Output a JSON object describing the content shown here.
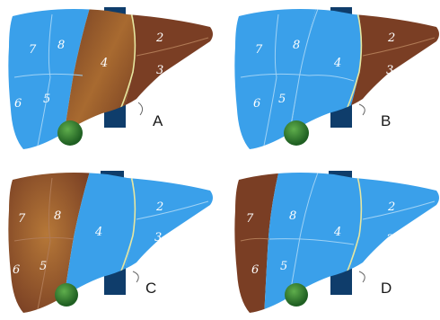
{
  "panels": [
    {
      "label": "A",
      "lobes": {
        "right": "blue",
        "middle": "brown",
        "left": "brown"
      },
      "segments": {
        "s7": "7",
        "s8": "8",
        "s4": "4",
        "s2": "2",
        "s3": "3",
        "s6": "6",
        "s5": "5"
      }
    },
    {
      "label": "B",
      "lobes": {
        "right": "blue",
        "middle": "blue",
        "left": "brown"
      },
      "segments": {
        "s7": "7",
        "s8": "8",
        "s4": "4",
        "s2": "2",
        "s3": "3",
        "s6": "6",
        "s5": "5"
      }
    },
    {
      "label": "C",
      "lobes": {
        "right": "brown",
        "middle": "blue",
        "left": "blue"
      },
      "segments": {
        "s7": "7",
        "s8": "8",
        "s4": "4",
        "s2": "2",
        "s3": "3",
        "s6": "6",
        "s5": "5"
      }
    },
    {
      "label": "D",
      "lobes": {
        "right": "brown-narrow",
        "middle": "blue",
        "left": "blue"
      },
      "segments": {
        "s7": "7",
        "s8": "8",
        "s4": "4",
        "s2": "2",
        "s3": "3",
        "s6": "6",
        "s5": "5"
      }
    }
  ],
  "colors": {
    "blue": "#3aa0ea",
    "blue_dark": "#2788d4",
    "brown": "#7a3e24",
    "brown_light": "#a5672f",
    "vessel": "#0f3d6b",
    "gallbladder": "#2f7d2f",
    "fissure": "#e6e6a0",
    "segment_line": "#9fd2f5"
  }
}
